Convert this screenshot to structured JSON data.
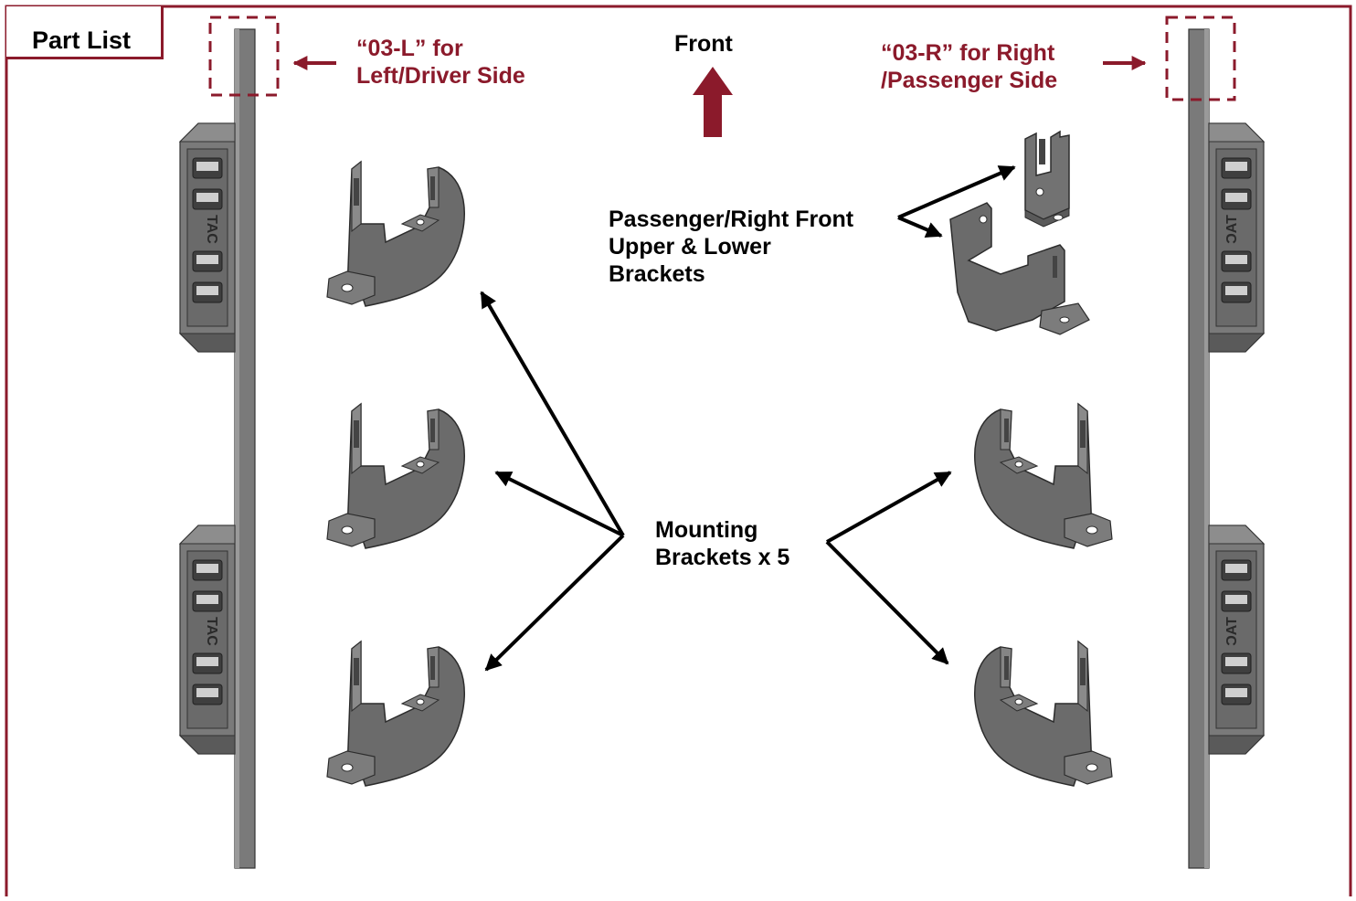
{
  "title": "Part List",
  "labels": {
    "left_rail": "“03-L” for\nLeft/Driver Side",
    "right_rail": "“03-R” for Right\n/Passenger Side",
    "front": "Front",
    "passenger_front_brackets": "Passenger/Right Front\nUpper & Lower\nBrackets",
    "mounting_brackets": "Mounting\nBrackets x 5"
  },
  "logo_text": "TAC",
  "colors": {
    "accent": "#8b1a2b",
    "part": "#6e6e6e",
    "part_dark": "#4a4a4a",
    "part_light": "#9a9a9a"
  }
}
